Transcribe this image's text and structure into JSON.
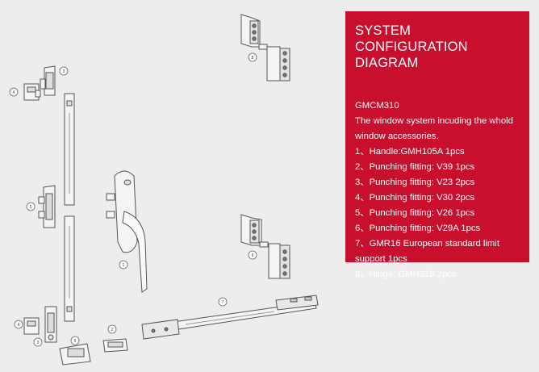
{
  "panel": {
    "title_line1": "SYSTEM CONFIGURATION",
    "title_line2": "DIAGRAM",
    "model": "GMCM310",
    "intro": "The window system incuding the whold window accessories.",
    "items": [
      "1、Handle:GMH105A 1pcs",
      "2、Punching fitting: V39 1pcs",
      "3、Punching fitting: V23 2pcs",
      "4、Punching fitting: V30 2pcs",
      "5、Punching fitting: V26 1pcs",
      "6、Punching fitting: V29A 1pcs",
      "7、GMR16 European standard limit support 1pcs",
      "8、Hinge: GMH318 2pcs"
    ],
    "accent_color": "#c8102e"
  },
  "callouts": {
    "c1": "1",
    "c2": "2",
    "c3a": "3",
    "c3b": "3",
    "c4a": "4",
    "c4b": "4",
    "c5": "5",
    "c6": "6",
    "c7": "7",
    "c8a": "8",
    "c8b": "8"
  }
}
